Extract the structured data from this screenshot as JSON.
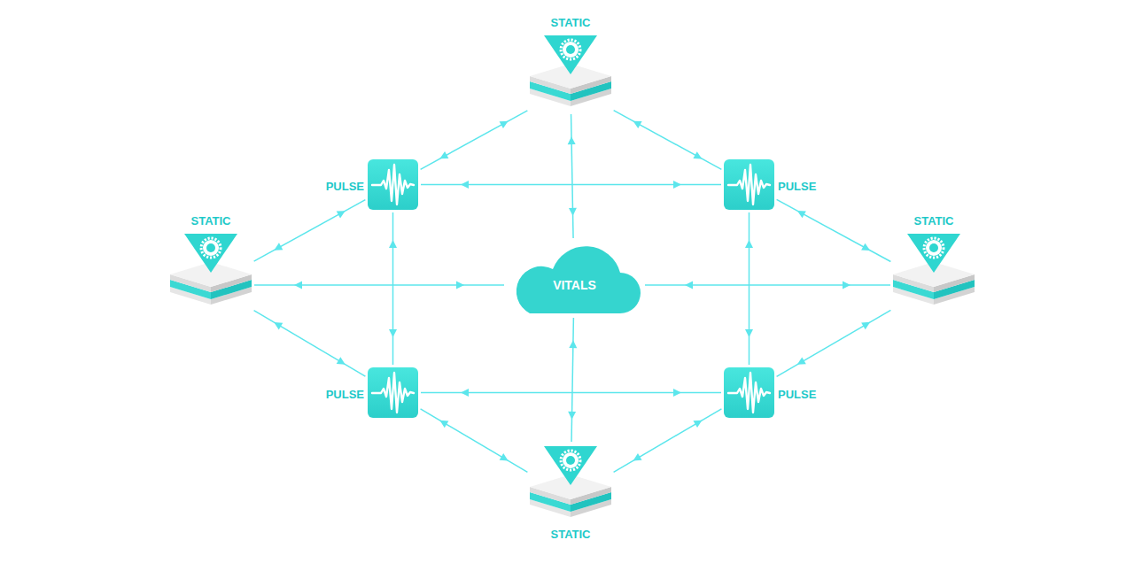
{
  "diagram": {
    "nodes": [
      {
        "text": [
          "STATIC"
        ]
      },
      {
        "text": [
          "PULSE"
        ]
      },
      {
        "text": [
          "PULSE"
        ]
      },
      {
        "text": [
          "STATIC"
        ]
      },
      {
        "text": [
          "VITALS"
        ]
      },
      {
        "text": [
          "STATIC"
        ]
      },
      {
        "text": [
          "PULSE"
        ]
      },
      {
        "text": [
          "PULSE"
        ]
      },
      {
        "text": [
          "STATIC"
        ]
      }
    ],
    "edges": [
      {
        "from": 0,
        "to": 1,
        "arrow": "both"
      },
      {
        "from": 0,
        "to": 2,
        "arrow": "both"
      },
      {
        "from": 0,
        "to": 4,
        "arrow": "both"
      },
      {
        "from": 1,
        "to": 2,
        "arrow": "both"
      },
      {
        "from": 3,
        "to": 1,
        "arrow": "both"
      },
      {
        "from": 3,
        "to": 4,
        "arrow": "both"
      },
      {
        "from": 3,
        "to": 6,
        "arrow": "both"
      },
      {
        "from": 5,
        "to": 2,
        "arrow": "both"
      },
      {
        "from": 5,
        "to": 4,
        "arrow": "both"
      },
      {
        "from": 5,
        "to": 7,
        "arrow": "both"
      },
      {
        "from": 1,
        "to": 6,
        "arrow": "both"
      },
      {
        "from": 2,
        "to": 7,
        "arrow": "both"
      },
      {
        "from": 6,
        "to": 7,
        "arrow": "both"
      },
      {
        "from": 8,
        "to": 6,
        "arrow": "both"
      },
      {
        "from": 8,
        "to": 7,
        "arrow": "both"
      },
      {
        "from": 8,
        "to": 4,
        "arrow": "both"
      }
    ]
  }
}
